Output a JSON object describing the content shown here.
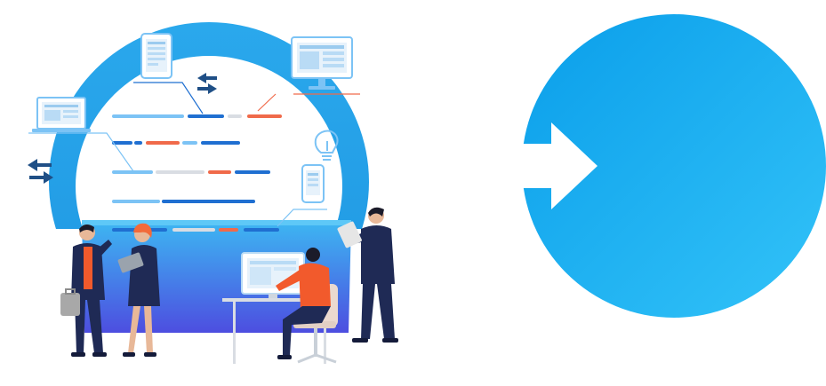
{
  "colors": {
    "ring": "#2aa8ec",
    "ring_light": "#4cc3f7",
    "floor_top": "#3db6f2",
    "floor_bottom": "#4d4ee0",
    "badge_top": "#0a9eea",
    "badge_bottom": "#33c3f8",
    "arrow": "#ffffff",
    "accent_orange": "#f06a4a",
    "accent_dark_blue": "#1f6fd1",
    "accent_light_blue": "#7cc3f5",
    "suit_navy": "#1f2a55",
    "shirt_orange": "#f25a2c",
    "hair_orange": "#f26a3a"
  },
  "icons": {
    "devices": [
      "laptop-icon",
      "tablet-icon",
      "monitor-icon",
      "phone-icon",
      "lightbulb-icon"
    ],
    "arrows": [
      "swap-arrows-icon",
      "swap-arrows-icon"
    ],
    "badge": "right-arrow-icon"
  },
  "people": [
    "man-on-phone-with-briefcase",
    "woman-with-tablet",
    "man-at-computer-desk",
    "man-with-clipboard"
  ]
}
